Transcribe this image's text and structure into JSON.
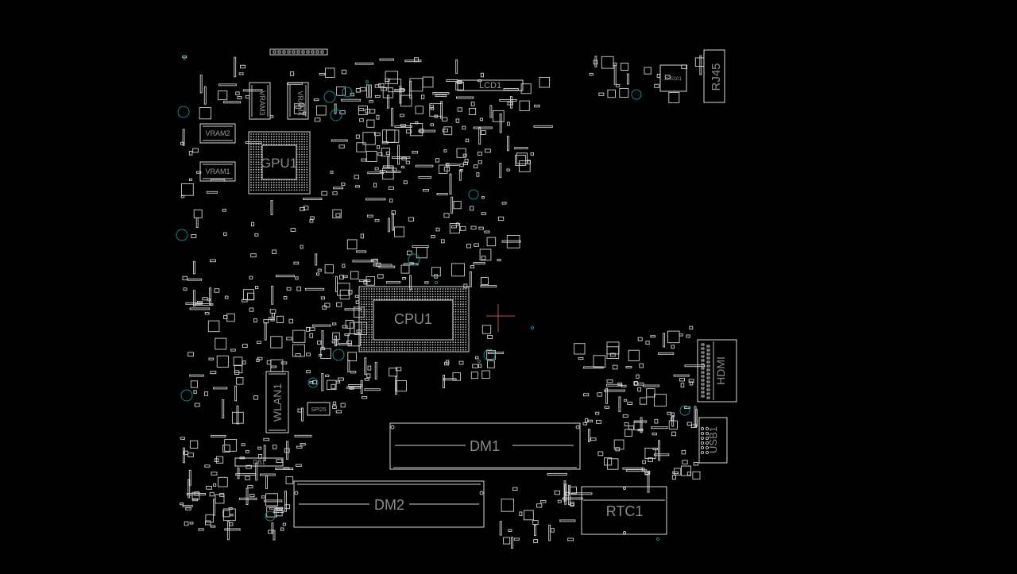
{
  "viewer": {
    "background": "#000000",
    "outline_color": "#d9d9d9",
    "via_color": "#0c8c8c",
    "cursor_color": "#c85050"
  },
  "components": {
    "cpu1": "CPU1",
    "gpu1": "GPU1",
    "dm1": "DM1",
    "dm2": "DM2",
    "rtc1": "RTC1",
    "wlan1": "WLAN1",
    "lcd1": "LCD1",
    "rj45": "RJ45",
    "hdmi": "HDMI",
    "usb1": "USB1",
    "vram1": "VRAM1",
    "vram2": "VRAM2",
    "vram3": "VRAM3",
    "vram4": "VRAM4",
    "spi25": "SPI25",
    "db1": "DB1",
    "xfs101": "XFS101"
  }
}
